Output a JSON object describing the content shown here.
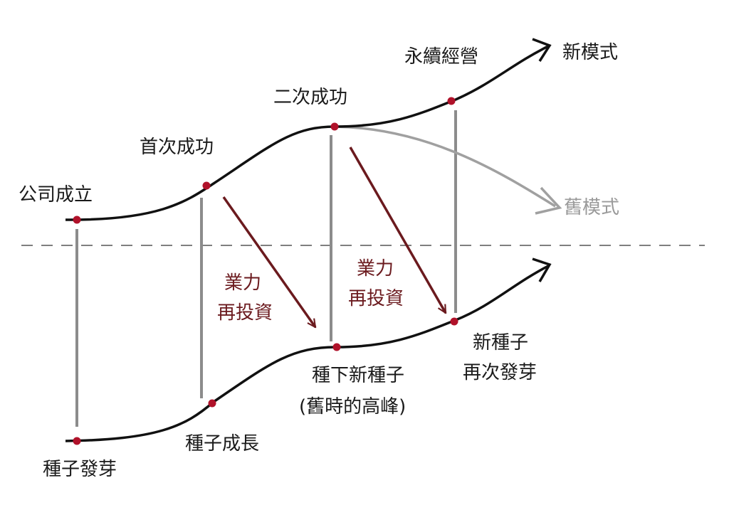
{
  "colors": {
    "curve": "#111111",
    "old_curve": "#a0a0a0",
    "connector": "#8c8c8c",
    "arrow_red": "#6b1a1e",
    "dot": "#b0122a",
    "dashed": "#555555"
  },
  "upper_labels": {
    "company_founded": "公司成立",
    "first_success": "首次成功",
    "second_success": "二次成功",
    "sustainable": "永續經營",
    "new_model": "新模式",
    "old_model": "舊模式"
  },
  "lower_labels": {
    "seed_sprout": "種子發芽",
    "seed_growth": "種子成長",
    "plant_new_seed_line1": "種下新種子",
    "plant_new_seed_line2": "(舊時的高峰)",
    "new_seed_line1": "新種子",
    "new_seed_line2": "再次發芽"
  },
  "reinvest_labels": {
    "first_line1": "業力",
    "first_line2": "再投資",
    "second_line1": "業力",
    "second_line2": "再投資"
  }
}
